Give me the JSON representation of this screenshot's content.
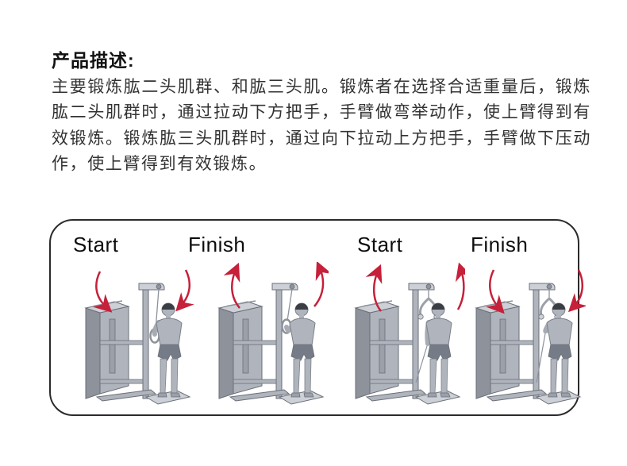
{
  "page": {
    "background": "#ffffff"
  },
  "product_description": {
    "title": "产品描述:",
    "body": "主要锻炼肱二头肌群、和肱三头肌。锻炼者在选择合适重量后，锻炼肱二头肌群时，通过拉动下方把手，手臂做弯举动作，使上臂得到有效锻炼。锻炼肱三头肌群时，通过向下拉动上方把手，手臂做下压动作，使上臂得到有效锻炼。"
  },
  "exercise_diagram": {
    "figures": [
      {
        "label": "Start",
        "exercise": "biceps-curl",
        "phase": "start",
        "arrow_direction": "down"
      },
      {
        "label": "Finish",
        "exercise": "biceps-curl",
        "phase": "finish",
        "arrow_direction": "up"
      },
      {
        "label": "Start",
        "exercise": "triceps-pushdown",
        "phase": "start",
        "arrow_direction": "up"
      },
      {
        "label": "Finish",
        "exercise": "triceps-pushdown",
        "phase": "finish",
        "arrow_direction": "down"
      }
    ],
    "colors": {
      "arrow": "#c6203a",
      "machine_light": "#cdd1d7",
      "machine_mid": "#b0b5bd",
      "machine_dark": "#8d929b",
      "outline": "#6a6f78",
      "shorts": "#767c87",
      "hair": "#3a3d43",
      "box_border": "#2b2b2b",
      "text": "#333333"
    }
  }
}
